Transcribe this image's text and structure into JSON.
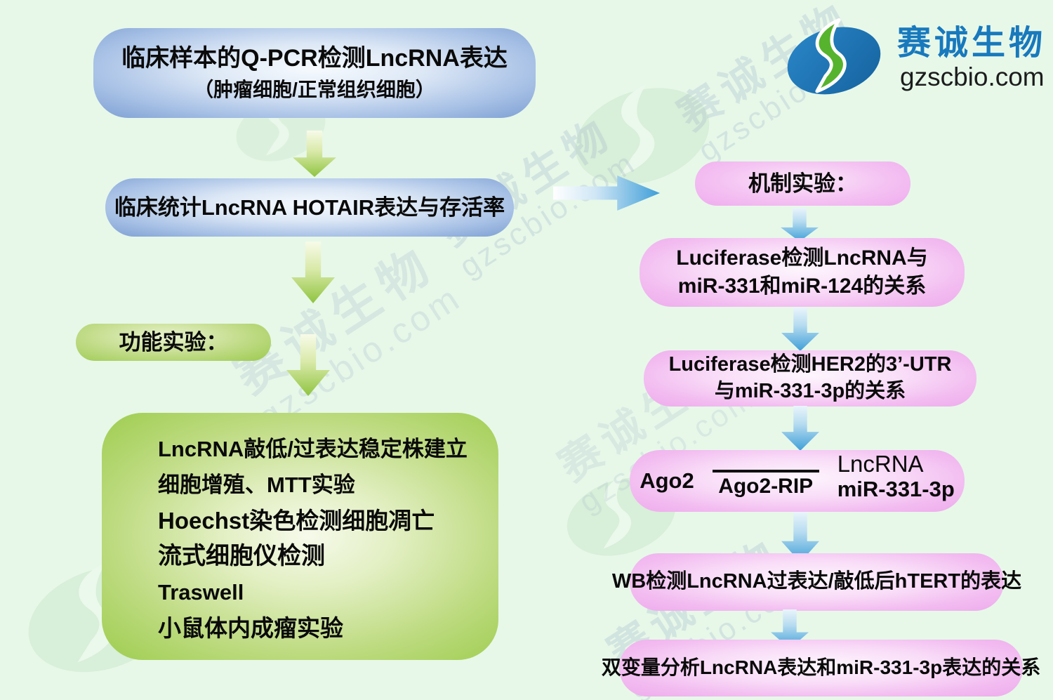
{
  "logo": {
    "brand": "赛诚生物",
    "domain": "gzscbio.com"
  },
  "watermark": {
    "brand": "赛诚生物",
    "domain": "gzscbio.com"
  },
  "left": {
    "box1_line1": "临床样本的Q-PCR检测LncRNA表达",
    "box1_line2": "（肿瘤细胞/正常组织细胞）",
    "box2": "临床统计LncRNA HOTAIR表达与存活率",
    "functional_label": "功能实验：",
    "items": [
      "LncRNA敲低/过表达稳定株建立",
      "细胞增殖、MTT实验",
      "Hoechst染色检测细胞凋亡",
      "流式细胞仪检测",
      "Traswell",
      "小鼠体内成瘤实验"
    ]
  },
  "right": {
    "mechanism_label": "机制实验：",
    "luciferase_mir_line1": "Luciferase检测LncRNA与",
    "luciferase_mir_line2": "miR-331和miR-124的关系",
    "luciferase_her2_line1": "Luciferase检测HER2的3’-UTR",
    "luciferase_her2_line2": "与miR-331-3p的关系",
    "ago2": {
      "left": "Ago2",
      "denominator": "Ago2-RIP",
      "right_top": "LncRNA",
      "right_bottom": "miR-331-3p"
    },
    "wb": "WB检测LncRNA过表达/敲低后hTERT的表达",
    "bivariate": "双变量分析LncRNA表达和miR-331-3p表达的关系"
  },
  "colors": {
    "background": "#e7f8e9",
    "blue_box_edge": "#7d9fd3",
    "green_box_edge": "#9ecd4f",
    "pink_box_edge": "#eeabec",
    "green_arrow": "#8fc440",
    "blue_arrow": "#3f9fd8",
    "brand_blue": "#1879bd",
    "logo_green": "#56b32d"
  }
}
